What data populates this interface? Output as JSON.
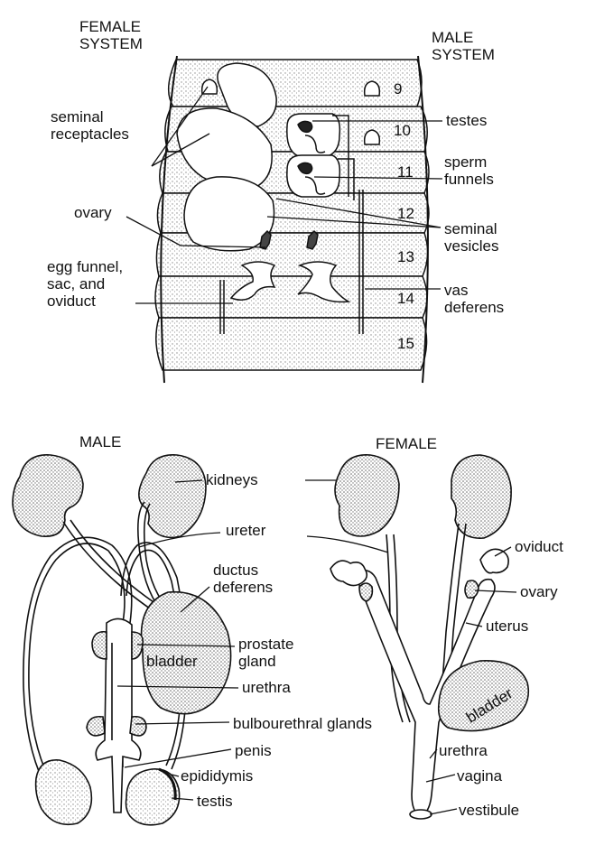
{
  "earthworm": {
    "female_system_title": [
      "FEMALE",
      "SYSTEM"
    ],
    "male_system_title": [
      "MALE",
      "SYSTEM"
    ],
    "labels_left": {
      "seminal_receptacles": [
        "seminal",
        "receptacles"
      ],
      "ovary": "ovary",
      "egg_funnel": [
        "egg  funnel,",
        "sac,  and",
        "oviduct"
      ]
    },
    "labels_right": {
      "testes": "testes",
      "sperm_funnels": [
        "sperm",
        "funnels"
      ],
      "seminal_vesicles": [
        "seminal",
        "vesicles"
      ],
      "vas_deferens": [
        "vas",
        "deferens"
      ]
    },
    "segment_numbers": [
      "9",
      "10",
      "11",
      "12",
      "13",
      "14",
      "15"
    ]
  },
  "human_male": {
    "title": "MALE",
    "labels": {
      "kidneys": "kidneys",
      "ureter": "ureter",
      "ductus_deferens": [
        "ductus",
        "deferens"
      ],
      "prostate_gland": [
        "prostate",
        "gland"
      ],
      "urethra": "urethra",
      "bulbourethral_glands": "bulbourethral  glands",
      "penis": "penis",
      "epididymis": "epididymis",
      "testis": "testis",
      "bladder": "bladder"
    }
  },
  "human_female": {
    "title": "FEMALE",
    "labels": {
      "oviduct": "oviduct",
      "ovary": "ovary",
      "uterus": "uterus",
      "bladder": "bladder",
      "urethra": "urethra",
      "vagina": "vagina",
      "vestibule": "vestibule"
    }
  },
  "colors": {
    "ink": "#111111",
    "stipple": "#9a9a9a",
    "paper": "#ffffff"
  }
}
